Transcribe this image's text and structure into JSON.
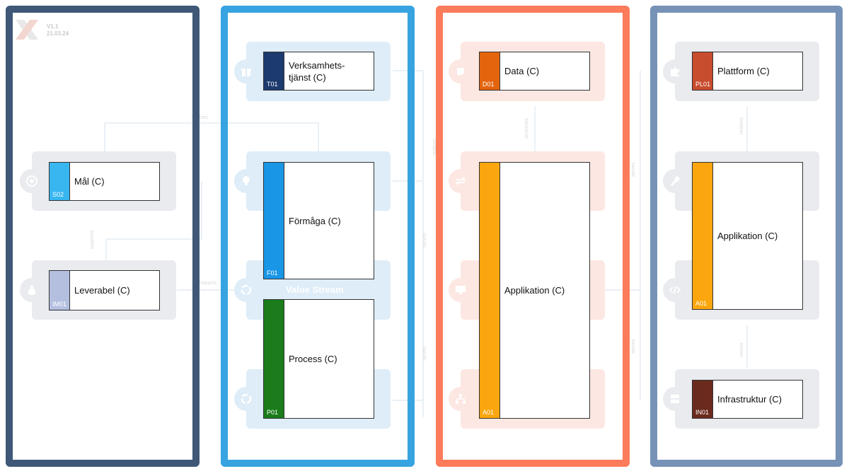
{
  "version": {
    "line1": "V1.1",
    "line2": "21.03.24"
  },
  "colors": {
    "frame_dark": "#3f5878",
    "frame_blue": "#37a3e0",
    "frame_orange": "#fb7b5a",
    "frame_steel": "#7692b6",
    "ghost_gray": "#e9ebef",
    "ghost_blue": "#deedf8",
    "ghost_pink": "#fde7e2"
  },
  "cards": {
    "mal": {
      "code": "S02",
      "label": "Mål (C)",
      "color": "#38b6f0"
    },
    "leverabel": {
      "code": "IM01",
      "label": "Leverabel (C)",
      "color": "#b4bfe0"
    },
    "verksamhet": {
      "code": "T01",
      "label": "Verksamhets-\ntjänst (C)",
      "color": "#1c3a6e"
    },
    "formaga": {
      "code": "F01",
      "label": "Förmåga (C)",
      "color": "#1996e6"
    },
    "process": {
      "code": "P01",
      "label": "Process (C)",
      "color": "#1a7c1a"
    },
    "data": {
      "code": "D01",
      "label": "Data (C)",
      "color": "#e4640e"
    },
    "applikation_mid": {
      "code": "A01",
      "label": "Applikation (C)",
      "color": "#fba60e"
    },
    "plattform": {
      "code": "PL01",
      "label": "Plattform (C)",
      "color": "#c84c2e"
    },
    "applikation_right": {
      "code": "A01",
      "label": "Applikation (C)",
      "color": "#fba60e"
    },
    "infrastruktur": {
      "code": "IN01",
      "label": "Infrastruktur (C)",
      "color": "#6b2a1e"
    }
  },
  "ghost_text": {
    "value_stream": "Value Stream"
  },
  "icons": {
    "col1": [
      "target-icon",
      "money-bag-icon"
    ],
    "col2": [
      "gift-icon",
      "lightbulb-icon",
      "cycle-icon",
      "cycle-icon"
    ],
    "col3": [
      "data-icon",
      "exchange-icon",
      "monitor-icon",
      "network-icon"
    ],
    "col4": [
      "puzzle-icon",
      "wrench-icon",
      "code-icon",
      "server-icon"
    ]
  },
  "connector_labels": [
    "realizes",
    "supports",
    "impacts",
    "serves",
    "accesses",
    "serves",
    "realizes",
    "serves",
    "serves",
    "realizes",
    "serves"
  ]
}
